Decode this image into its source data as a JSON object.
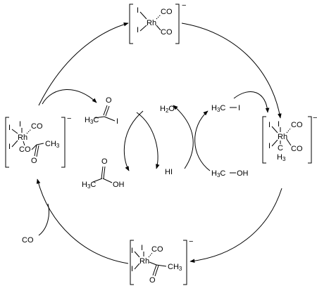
{
  "complexes": {
    "top": {
      "metal": "Rh",
      "ligand_i1": "I",
      "ligand_i2": "I",
      "ligand_co1": "CO",
      "ligand_co2": "CO",
      "charge": "−"
    },
    "right": {
      "metal": "Rh",
      "ligand_i1": "I",
      "ligand_i2": "I",
      "ligand_i3": "I",
      "ligand_co1": "CO",
      "ligand_co2": "CO",
      "methyl_c": "C",
      "methyl_h": "H",
      "methyl_sub": "3",
      "charge": "−"
    },
    "bottom": {
      "metal": "Rh",
      "ligand_i1": "I",
      "ligand_i2": "I",
      "ligand_i3": "I",
      "ligand_co": "CO",
      "acyl_o": "O",
      "acyl_ch": "CH",
      "acyl_sub": "3",
      "charge": "−"
    },
    "left": {
      "metal": "Rh",
      "ligand_i1": "I",
      "ligand_i2": "I",
      "ligand_i3": "I",
      "ligand_co1": "CO",
      "ligand_co2": "CO",
      "acyl_o": "O",
      "acyl_ch": "CH",
      "acyl_sub": "3",
      "charge": "−"
    }
  },
  "molecules": {
    "acetyl_iodide": {
      "o": "O",
      "h3c_h": "H",
      "h3c_sub": "3",
      "h3c_c": "C",
      "i": "I"
    },
    "acetic_acid": {
      "o": "O",
      "h3c_h": "H",
      "h3c_sub": "3",
      "h3c_c": "C",
      "oh": "OH"
    },
    "water": {
      "h": "H",
      "sub": "2",
      "o": "O"
    },
    "hi": "HI",
    "methyl_iodide": {
      "h": "H",
      "sub": "3",
      "c": "C",
      "i": "I"
    },
    "methanol": {
      "h": "H",
      "sub": "3",
      "c": "C",
      "oh": "OH"
    },
    "co": "CO"
  }
}
